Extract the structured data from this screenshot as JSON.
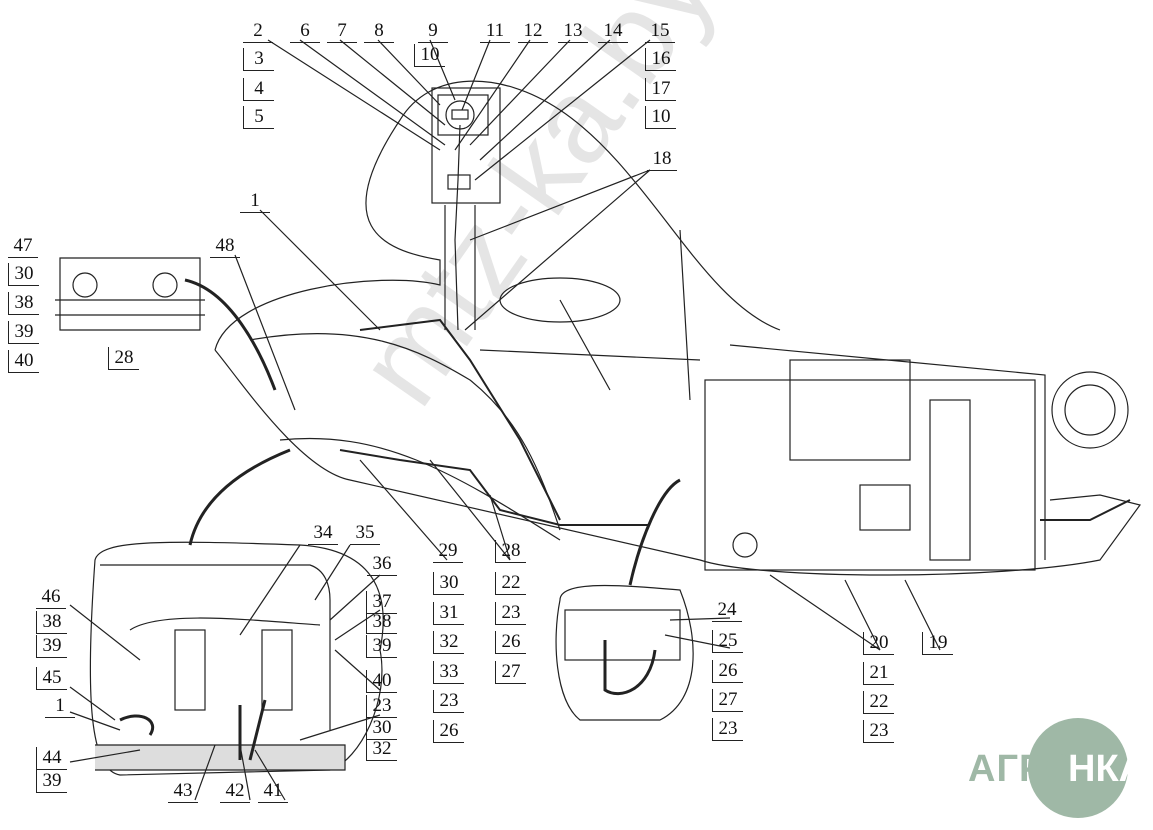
{
  "diagram": {
    "title": "Tractor wiring harness installation diagram",
    "watermark": "mtz-ka.by",
    "logo": {
      "left": "АГРО",
      "right": "НКА",
      "color": "#9fb8a6"
    },
    "callouts": [
      "2",
      "3",
      "4",
      "5",
      "6",
      "7",
      "8",
      "9",
      "10",
      "11",
      "12",
      "13",
      "14",
      "15",
      "16",
      "17",
      "10",
      "18",
      "1",
      "48",
      "47",
      "30",
      "38",
      "39",
      "40",
      "28",
      "29",
      "30",
      "31",
      "32",
      "33",
      "23",
      "26",
      "28",
      "22",
      "23",
      "26",
      "27",
      "34",
      "35",
      "36",
      "37",
      "38",
      "39",
      "40",
      "23",
      "30",
      "32",
      "46",
      "38",
      "39",
      "45",
      "1",
      "44",
      "39",
      "43",
      "42",
      "41",
      "24",
      "25",
      "26",
      "27",
      "23",
      "20",
      "21",
      "22",
      "23",
      "19"
    ]
  }
}
